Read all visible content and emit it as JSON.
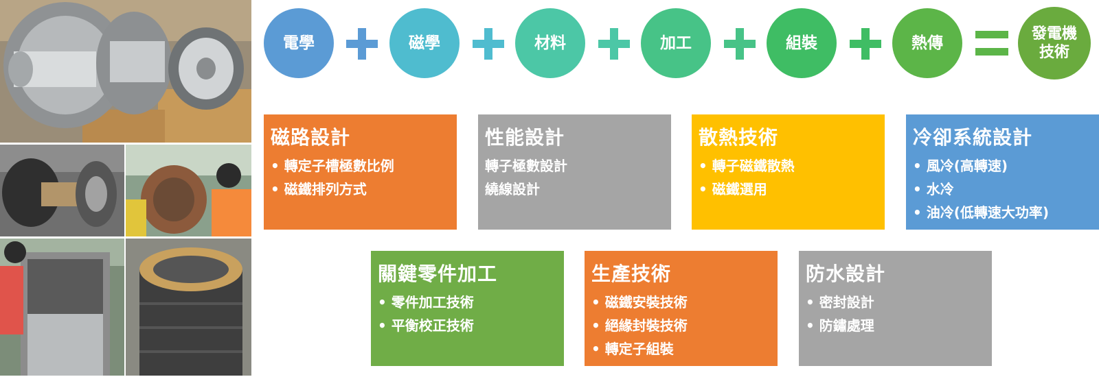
{
  "equation": {
    "terms": [
      {
        "label": "電學",
        "color": "#5b9bd5"
      },
      {
        "label": "磁學",
        "color": "#4fbccf"
      },
      {
        "label": "材料",
        "color": "#4cc7a6"
      },
      {
        "label": "加工",
        "color": "#47c387"
      },
      {
        "label": "組裝",
        "color": "#3fbd64"
      },
      {
        "label": "熱傳",
        "color": "#5cb548"
      }
    ],
    "plus_colors": [
      "#5b9bd5",
      "#4fbccf",
      "#4cc7a6",
      "#47c387",
      "#3fbd64"
    ],
    "result_line1": "發電機",
    "result_line2": "技術",
    "result_color": "#6aab3e"
  },
  "boxes": [
    {
      "title": "磁路設計",
      "color": "#ed7d31",
      "items": [
        "• 轉定子槽極數比例",
        "• 磁鐵排列方式"
      ]
    },
    {
      "title": "性能設計",
      "color": "#a5a5a5",
      "items": [
        "轉子極數設計",
        "繞線設計"
      ]
    },
    {
      "title": "散熱技術",
      "color": "#ffc000",
      "items": [
        "• 轉子磁鐵散熱",
        "• 磁鐵選用"
      ]
    },
    {
      "title": "冷卻系統設計",
      "color": "#5b9bd5",
      "items": [
        "• 風冷(高轉速)",
        "• 水冷",
        "• 油冷(低轉速大功率)"
      ]
    },
    {
      "title": "關鍵零件加工",
      "color": "#70ad47",
      "items": [
        "• 零件加工技術",
        "• 平衡校正技術"
      ]
    },
    {
      "title": "生產技術",
      "color": "#ed7d31",
      "items": [
        "• 磁鐵安裝技術",
        "• 絕緣封裝技術",
        "• 轉定子組裝"
      ]
    },
    {
      "title": "防水設計",
      "color": "#a5a5a5",
      "items": [
        "• 密封設計",
        "• 防鏽處理"
      ]
    }
  ]
}
